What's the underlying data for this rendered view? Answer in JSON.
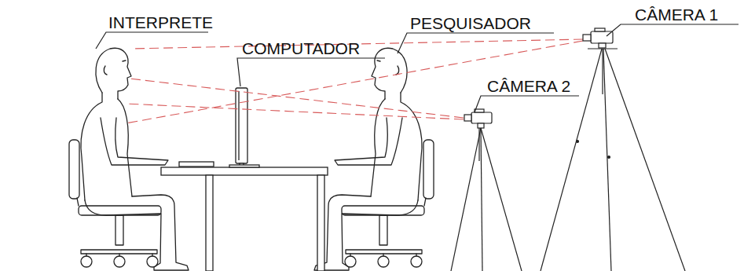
{
  "diagram": {
    "labels": [
      "INTERPRETE",
      "COMPUTADOR",
      "PESQUISADOR",
      "CÂMERA 2",
      "CÂMERA 1"
    ]
  }
}
